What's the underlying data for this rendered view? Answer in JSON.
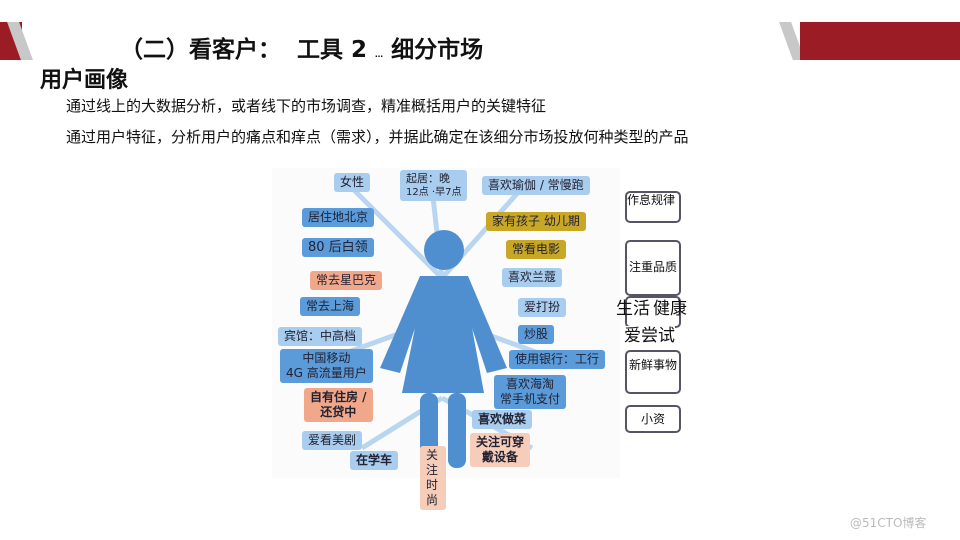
{
  "header": {
    "title_part1": "（二）看客户：  工具 2",
    "title_sep": "…",
    "title_part2": "细分市场",
    "subtitle": "用户画像"
  },
  "paragraphs": [
    "通过线上的大数据分析，或者线下的市场调查，精准概括用户的关键特征",
    "通过用户特征，分析用户的痛点和痒点（需求），并据此确定在该细分市场投放何种类型的产品"
  ],
  "figure": {
    "labels": [
      "女性",
      "起居：晚",
      "12点 ·早7点",
      "喜欢瑜伽 / 常慢跑",
      "居住地北京",
      "家有孩子  幼儿期",
      "80 后白领",
      "常看电影",
      "常去星巴克",
      "喜欢兰蔻",
      "常去上海",
      "爱打扮",
      "宾馆：中高档",
      "炒股",
      "中国移动",
      "4G 高流量用户",
      "使用银行：工行",
      "喜欢海淘",
      "常手机支付",
      "自有住房 /",
      "还贷中",
      "喜欢做菜",
      "爱看美剧",
      "关注可穿",
      "戴设备",
      "在学车",
      "关注时尚"
    ]
  },
  "side": [
    "作息规律",
    "注重品质",
    "生活",
    "健康",
    "爱尝试",
    "新鲜事物",
    "小资"
  ],
  "watermark": "@51CTO博客",
  "colors": {
    "accent": "#9b1c25",
    "figure": "#4f8fcf"
  }
}
